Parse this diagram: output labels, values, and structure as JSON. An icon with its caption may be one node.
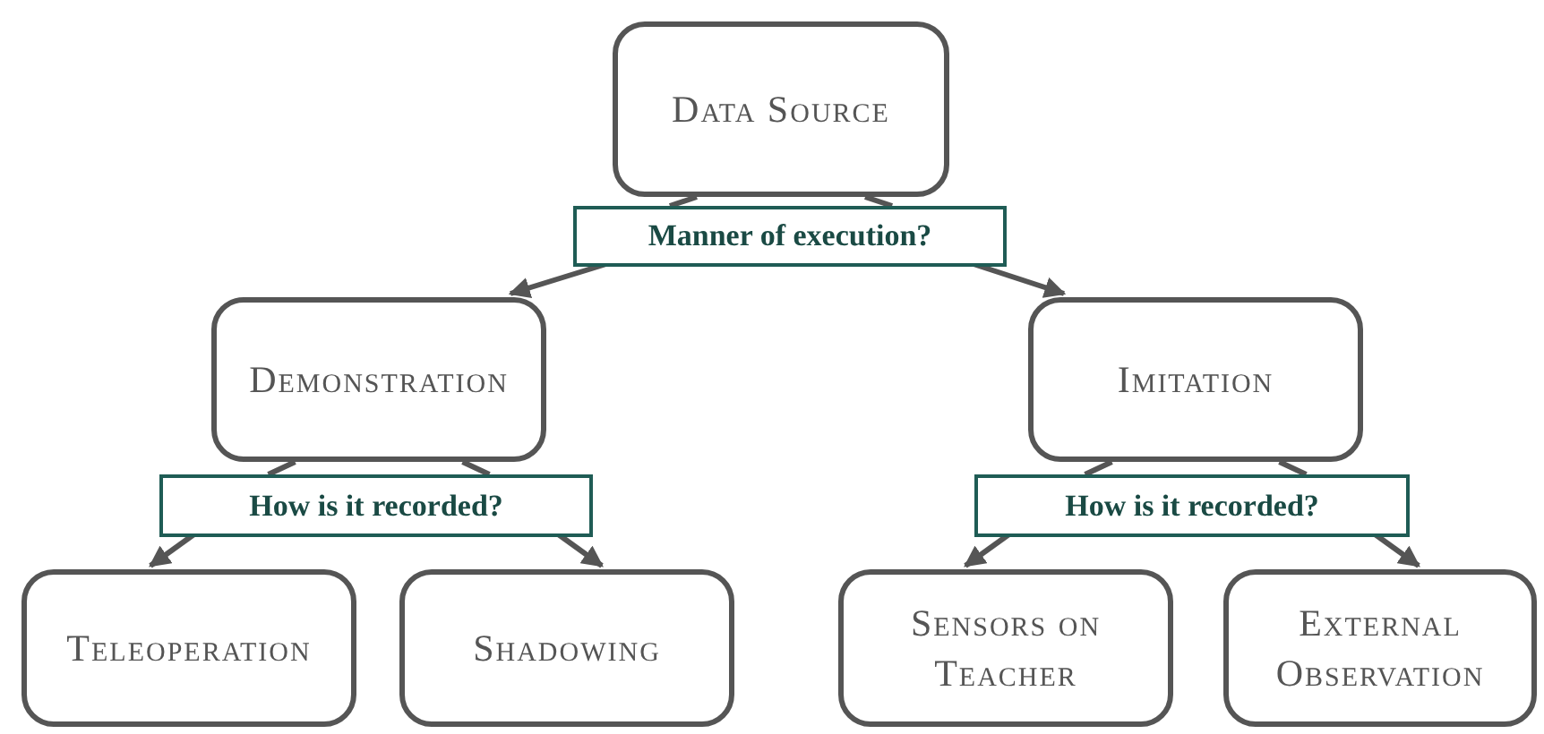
{
  "diagram": {
    "nodes": [
      {
        "text": [
          "Data Source"
        ]
      },
      {
        "text": [
          "Manner of execution?"
        ]
      },
      {
        "text": [
          "Demonstration"
        ]
      },
      {
        "text": [
          "Imitation"
        ]
      },
      {
        "text": [
          "How is it recorded?"
        ]
      },
      {
        "text": [
          "How is it recorded?"
        ]
      },
      {
        "text": [
          "Teleoperation"
        ]
      },
      {
        "text": [
          "Shadowing"
        ]
      },
      {
        "text": [
          "Sensors on Teacher"
        ]
      },
      {
        "text": [
          "External Observation"
        ]
      }
    ],
    "edges": [
      {
        "from": 0,
        "to": 1,
        "arrow": "none"
      },
      {
        "from": 1,
        "to": 2,
        "arrow": "to"
      },
      {
        "from": 1,
        "to": 3,
        "arrow": "to"
      },
      {
        "from": 2,
        "to": 4,
        "arrow": "none"
      },
      {
        "from": 4,
        "to": 6,
        "arrow": "to"
      },
      {
        "from": 4,
        "to": 7,
        "arrow": "to"
      },
      {
        "from": 3,
        "to": 5,
        "arrow": "none"
      },
      {
        "from": 5,
        "to": 8,
        "arrow": "to"
      },
      {
        "from": 5,
        "to": 9,
        "arrow": "to"
      }
    ]
  }
}
